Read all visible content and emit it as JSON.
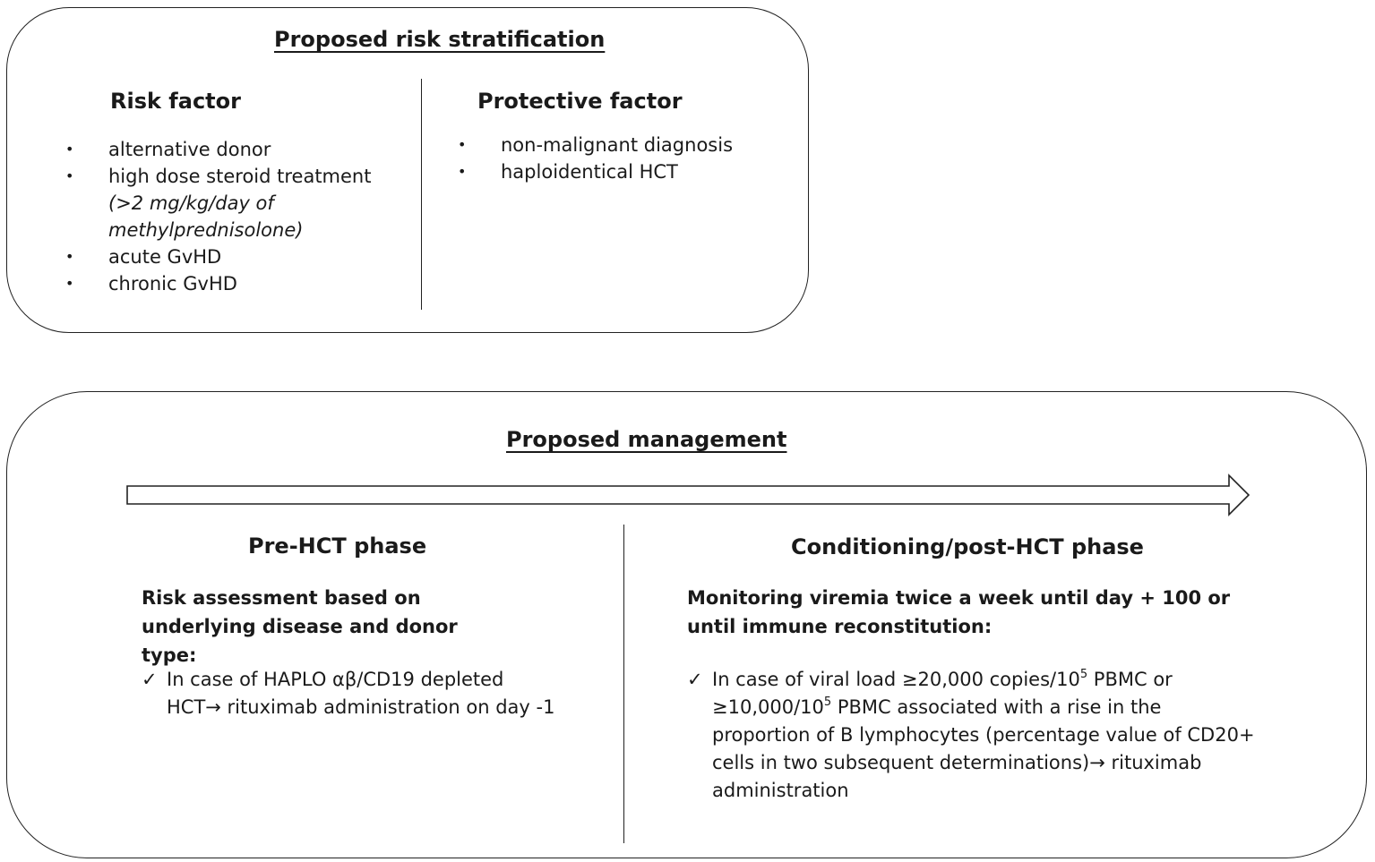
{
  "risk": {
    "title": "Proposed risk stratification",
    "risk_factor": {
      "heading": "Risk factor",
      "items": [
        {
          "label": "alternative donor",
          "note": ""
        },
        {
          "label": "high dose steroid treatment",
          "note": "(>2 mg/kg/day of methylprednisolone)"
        },
        {
          "label": "acute GvHD",
          "note": ""
        },
        {
          "label": "chronic GvHD",
          "note": ""
        }
      ]
    },
    "protective_factor": {
      "heading": "Protective factor",
      "items": [
        {
          "label": "non-malignant diagnosis"
        },
        {
          "label": "haploidentical HCT"
        }
      ]
    }
  },
  "management": {
    "title": "Proposed management",
    "pre_hct": {
      "heading": "Pre-HCT phase",
      "lead": "Risk assessment based on underlying disease and donor type:",
      "check": "In case of HAPLO αβ/CD19 depleted HCT→ rituximab administration on day -1"
    },
    "post_hct": {
      "heading": "Conditioning/post-HCT phase",
      "lead": "Monitoring viremia twice a week until day + 100 or until immune reconstitution:",
      "check_part1": "In case of viral load ≥20,000 copies/10",
      "check_sup1": "5",
      "check_part2": " PBMC or ≥10,000/10",
      "check_sup2": "5",
      "check_part3": " PBMC associated with a rise in the proportion of B lymphocytes (percentage value of CD20+ cells in two subsequent determinations)→ rituximab administration"
    },
    "bullet_glyph": "•",
    "check_glyph": "✓"
  }
}
